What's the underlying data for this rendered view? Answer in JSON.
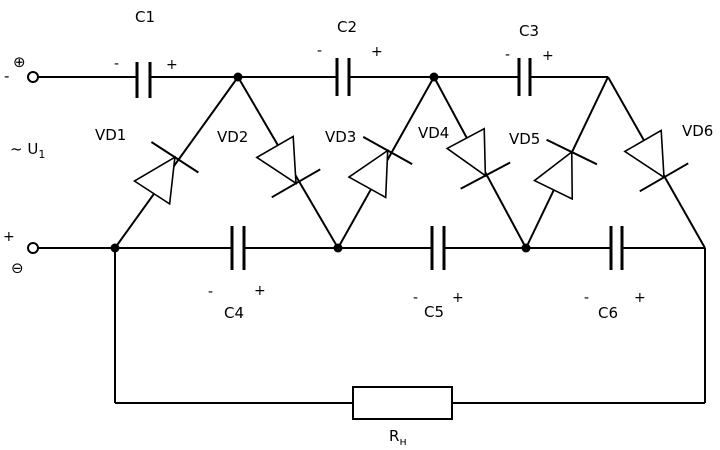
{
  "source_label": "~ U",
  "source_subscript": "1",
  "load_label": "R",
  "load_subscript": "н",
  "capacitors": [
    {
      "name": "C1",
      "left_sign": "-",
      "right_sign": "+"
    },
    {
      "name": "C2",
      "left_sign": "-",
      "right_sign": "+"
    },
    {
      "name": "C3",
      "left_sign": "-",
      "right_sign": "+"
    },
    {
      "name": "C4",
      "left_sign": "-",
      "right_sign": "+"
    },
    {
      "name": "C5",
      "left_sign": "-",
      "right_sign": "+"
    },
    {
      "name": "C6",
      "left_sign": "-",
      "right_sign": "+"
    }
  ],
  "diodes": [
    "VD1",
    "VD2",
    "VD3",
    "VD4",
    "VD5",
    "VD6"
  ],
  "terminals": {
    "top_circled": "⊕",
    "top_outer": "-",
    "bottom_outer": "+",
    "bottom_circled": "⊖"
  }
}
